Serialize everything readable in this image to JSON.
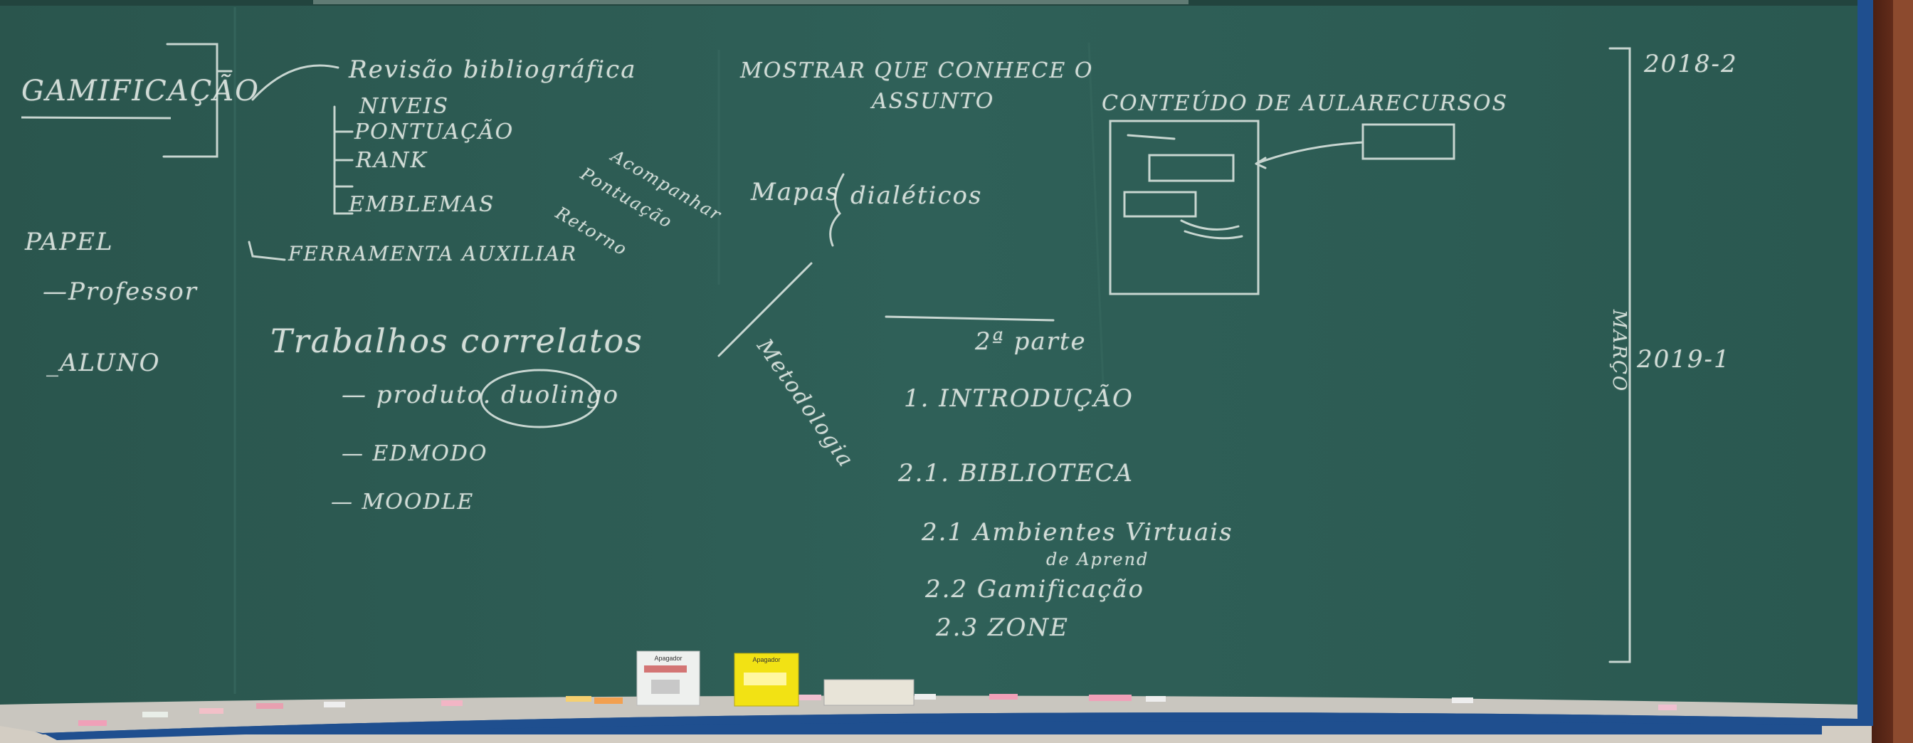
{
  "colors": {
    "board": "#2f5d55",
    "chalk": "#e8eee9",
    "frame_blue": "#1f4f8f",
    "wood": "#6a2e1c",
    "tray": "#c9c6bf"
  },
  "board_text": {
    "left": {
      "title": "GAMIFICAÇÃO",
      "papel": "PAPEL",
      "professor": "—Professor",
      "aluno": "_ALUNO"
    },
    "revisao": {
      "heading": "Revisão bibliográfica",
      "items": [
        "NIVEIS",
        "PONTUAÇÃO",
        "RANK",
        "EMBLEMAS"
      ],
      "side_notes": [
        "Acompanhar",
        "Pontuação",
        "Retorno"
      ],
      "ferramenta": "FERRAMENTA AUXILIAR"
    },
    "trabalhos": {
      "heading": "Trabalhos correlatos",
      "items": [
        "— produto. duolingo",
        "— EDMODO",
        "— MOODLE"
      ]
    },
    "center": {
      "mostrar_line1": "MOSTRAR QUE CONHECE O",
      "mostrar_line2": "ASSUNTO",
      "mapas": "Mapas",
      "dialeticos": "dialéticos",
      "metodologia": "Metodologia",
      "parte": "2ª parte",
      "outline": [
        "1. INTRODUÇÃO",
        "2.1. BIBLIOTECA",
        "2.1 Ambientes Virtuais",
        "de Aprend",
        "2.2 Gamificação",
        "2.3 ZONE"
      ]
    },
    "right": {
      "conteudo": "CONTEÚDO DE AULA",
      "recursos": "RECURSOS",
      "year_top": "2018-2",
      "year_mid": "2019-1",
      "marco": "MARÇO"
    }
  },
  "props": {
    "eraser_box_1": "Apagador",
    "eraser_box_2": "Apagador"
  }
}
